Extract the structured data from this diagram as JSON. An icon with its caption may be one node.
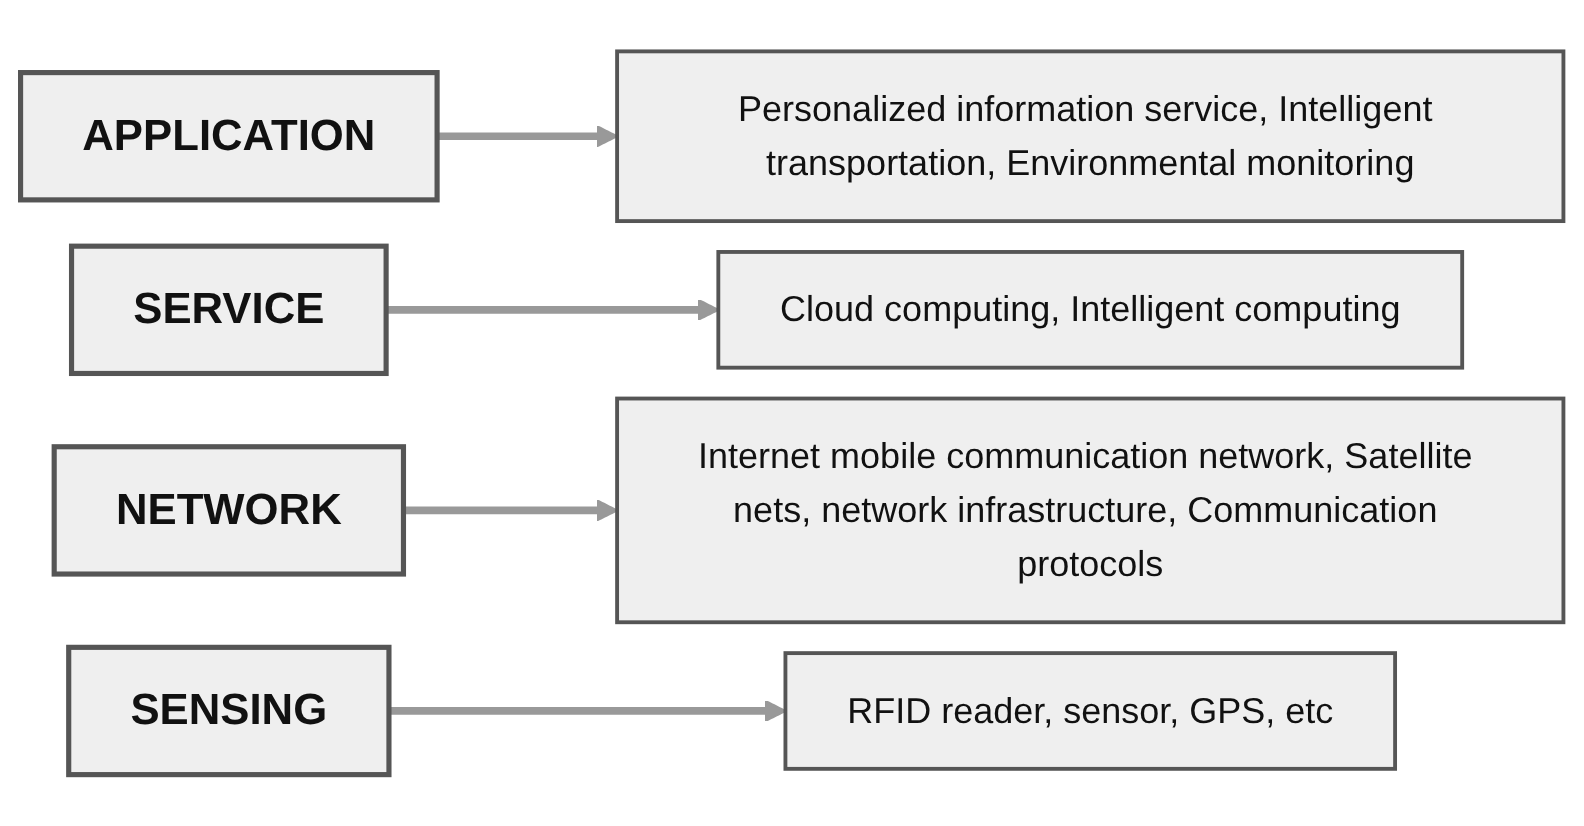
{
  "diagram": {
    "nodes": [
      {
        "text": [
          "APPLICATION"
        ]
      },
      {
        "text": [
          "Personalized information service, Intelligent transportation, Environmental monitoring"
        ]
      },
      {
        "text": [
          "SERVICE"
        ]
      },
      {
        "text": [
          "Cloud computing, Intelligent computing"
        ]
      },
      {
        "text": [
          "NETWORK"
        ]
      },
      {
        "text": [
          "Internet mobile communication network, Satellite nets, network infrastructure, Communication protocols"
        ]
      },
      {
        "text": [
          "SENSING"
        ]
      },
      {
        "text": [
          "RFID reader, sensor, GPS, etc"
        ]
      }
    ],
    "edges": [
      {
        "from": 0,
        "to": 1,
        "arrow": "to"
      },
      {
        "from": 2,
        "to": 3,
        "arrow": "to"
      },
      {
        "from": 4,
        "to": 5,
        "arrow": "to"
      },
      {
        "from": 6,
        "to": 7,
        "arrow": "to"
      }
    ]
  }
}
